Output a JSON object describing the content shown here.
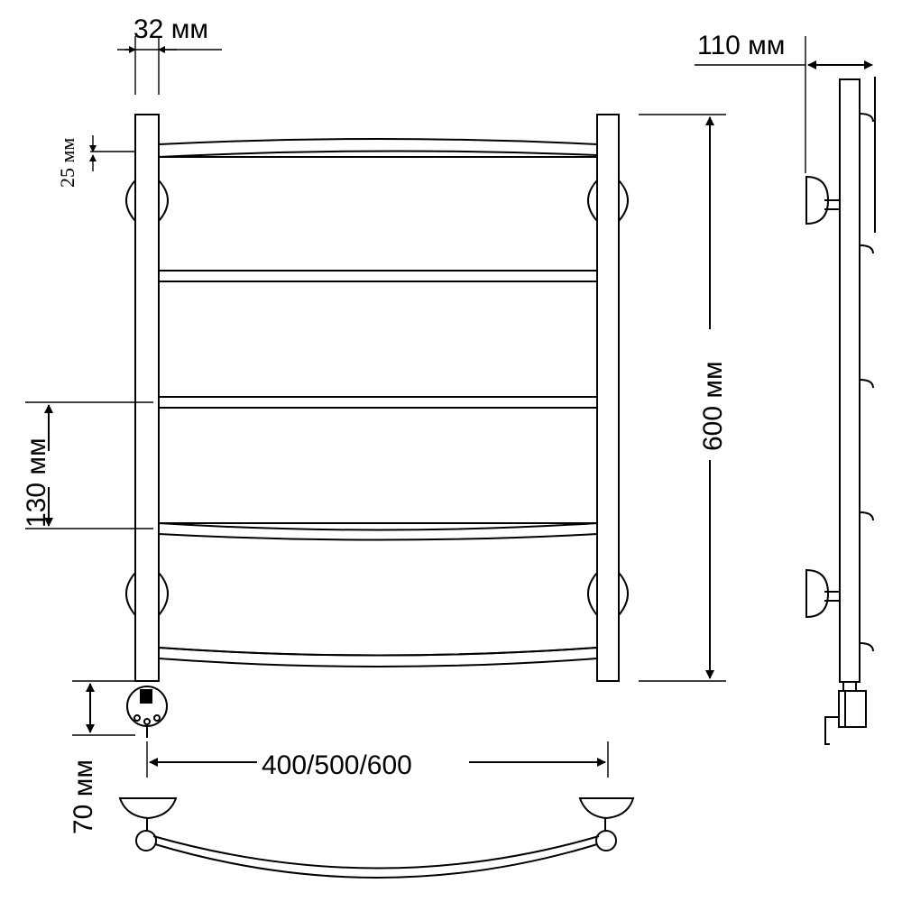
{
  "dimensions": {
    "pipe_diameter": "32 мм",
    "wall_offset_small": "25 мм",
    "depth": "110 мм",
    "height": "600 мм",
    "rung_spacing": "130 мм",
    "bottom_offset": "70 мм",
    "width": "400/500/600"
  },
  "colors": {
    "line": "#000000",
    "background": "#ffffff"
  }
}
